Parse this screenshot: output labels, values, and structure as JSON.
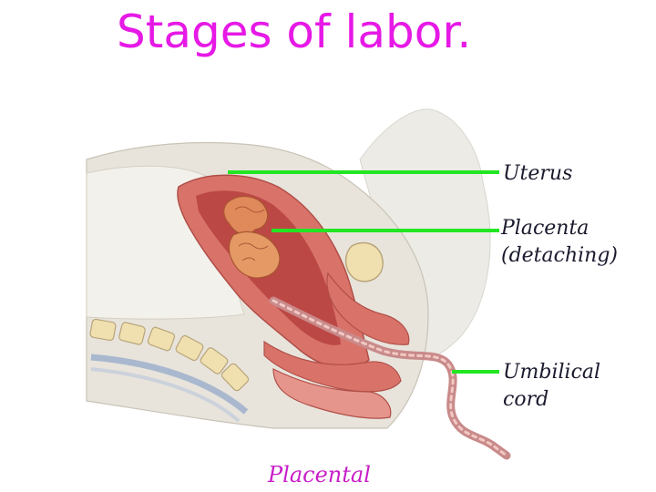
{
  "title": "Stages of labor.",
  "labels": {
    "uterus": "Uterus",
    "placenta_line1": "Placenta",
    "placenta_line2": "(detaching)",
    "cord_line1": "Umbilical",
    "cord_line2": "cord"
  },
  "caption": "Placental",
  "colors": {
    "title": "#e619e6",
    "caption": "#c81ec8",
    "leader_line": "#22e622",
    "uterine_wall": "#d9736a",
    "placenta": "#e08a5c",
    "cord": "#c98a8a",
    "body_tissue": "#e8e4dc",
    "bone": "#f0e0b0"
  }
}
